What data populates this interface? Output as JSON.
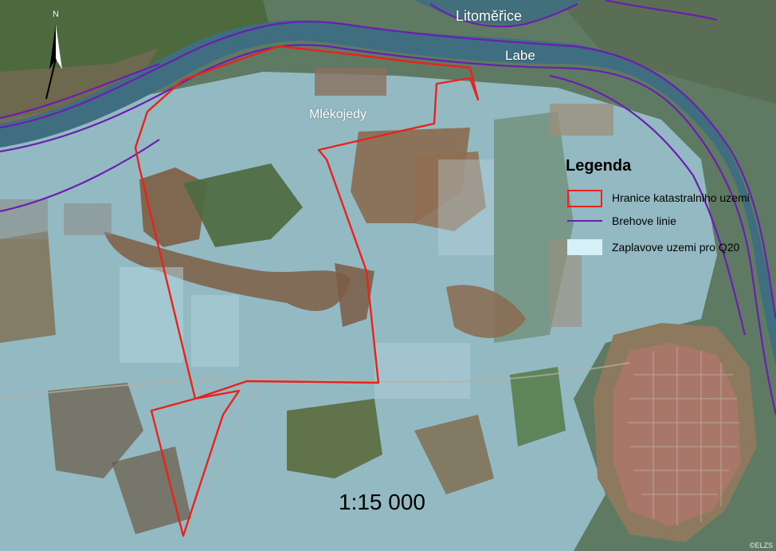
{
  "map": {
    "places": {
      "litomerice": "Litoměřice",
      "labe": "Labe",
      "mlekojedy": "Mlékojedy"
    },
    "north_arrow_label": "N",
    "scale": "1:15 000",
    "credit": "©ELZS"
  },
  "legend": {
    "title": "Legenda",
    "items": [
      {
        "label": "Hranice katastralniho uzemi",
        "symbol": "red-outline-box-icon",
        "color": "#e8231c"
      },
      {
        "label": "Brehove linie",
        "symbol": "purple-line-icon",
        "color": "#6a1fb0"
      },
      {
        "label": "Zaplavove uzemi pro Q20",
        "symbol": "light-blue-fill-icon",
        "color": "#d6f0f8"
      }
    ]
  },
  "colors": {
    "river": "#3f6e80",
    "flood_overlay": "#a7d0df",
    "field_brown": "#8c6a4e",
    "vegetation": "#4f6b3e",
    "urban": "#a77a6a"
  }
}
